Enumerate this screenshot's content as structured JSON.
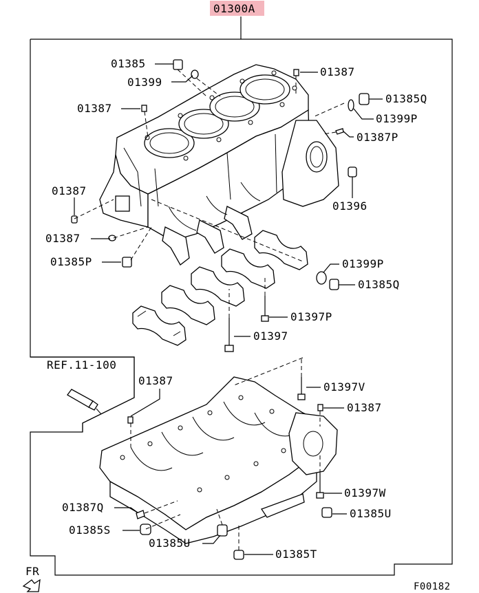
{
  "header": {
    "assembly_code": "01300A"
  },
  "reference": {
    "label": "REF.11-100"
  },
  "footer": {
    "direction": "FR",
    "figure_code": "F00182"
  },
  "callouts": {
    "c01385_top": "01385",
    "c01399_top": "01399",
    "c01387_top_right": "01387",
    "c01385Q_top": "01385Q",
    "c01399P_top": "01399P",
    "c01387_upper_left": "01387",
    "c01387P": "01387P",
    "c01387_left_mid": "01387",
    "c01396": "01396",
    "c01387_left_low": "01387",
    "c01385P": "01385P",
    "c01399P_mid": "01399P",
    "c01385Q_mid": "01385Q",
    "c01397P": "01397P",
    "c01397": "01397",
    "c01387_lower_left": "01387",
    "c01397V": "01397V",
    "c01387_lower_right": "01387",
    "c01397W": "01397W",
    "c01387Q": "01387Q",
    "c01385U_right": "01385U",
    "c01385S": "01385S",
    "c01385U_bottom": "01385U",
    "c01385T": "01385T"
  },
  "colors": {
    "highlight": "#f4b6bd",
    "line": "#000000"
  }
}
